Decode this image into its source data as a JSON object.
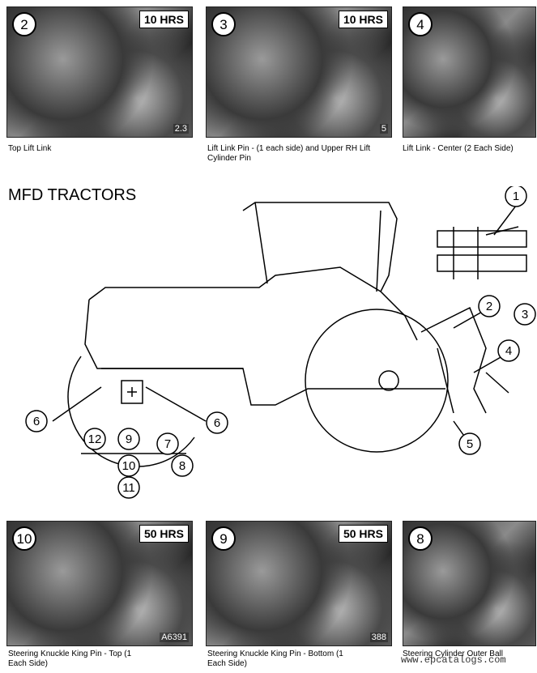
{
  "top_photos": [
    {
      "num": "2",
      "hrs": "10 HRS",
      "code": "2.3",
      "caption": "Top Lift Link"
    },
    {
      "num": "3",
      "hrs": "10 HRS",
      "code": "5",
      "caption": "Lift Link Pin - (1 each side) and Upper RH Lift Cylinder Pin"
    },
    {
      "num": "4",
      "hrs": "",
      "code": "",
      "caption": "Lift Link - Center (2 Each Side)"
    }
  ],
  "section_title": "MFD TRACTORS",
  "callouts": [
    "1",
    "2",
    "3",
    "4",
    "5",
    "6",
    "6",
    "12",
    "9",
    "7",
    "8",
    "10",
    "11"
  ],
  "bottom_photos": [
    {
      "num": "10",
      "hrs": "50 HRS",
      "code": "A6391",
      "caption": "Steering Knuckle King Pin - Top (1 Each Side)"
    },
    {
      "num": "9",
      "hrs": "50 HRS",
      "code": "388",
      "caption": "Steering Knuckle King Pin - Bottom (1 Each Side)"
    },
    {
      "num": "8",
      "hrs": "",
      "code": "",
      "caption": "Steering Cylinder Outer Ball"
    }
  ],
  "watermark": "www.epcatalogs.com"
}
